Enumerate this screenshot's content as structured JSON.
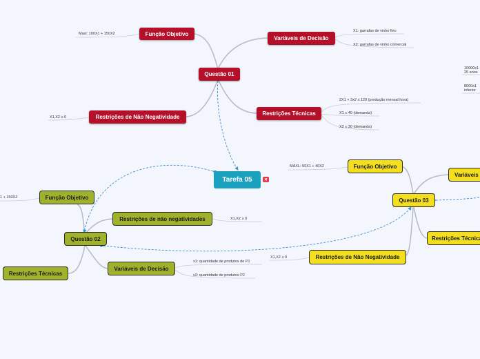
{
  "central": {
    "label": "Tarefa 05"
  },
  "q1": {
    "label": "Questão 01",
    "objective": {
      "label": "Função Objetivo",
      "leaf": "Maxi: 100X1 + 150X2"
    },
    "decision": {
      "label": "Variáveis de Decisão",
      "leaves": [
        "X1: garrafas de vinho fino",
        "X2: garrafas de vinho comercial"
      ]
    },
    "technical": {
      "label": "Restrições Técnicas",
      "leaves": [
        "2X1 + 3x2 ≤ 120 (produção mensal hora)",
        "X1 ≤ 40 (demanda)",
        "X2 ≤ 30 (demanda)"
      ]
    },
    "nonneg": {
      "label": "Restrições de Não Negatividade",
      "leaf": "X1,X2 ≥ 0"
    }
  },
  "q2": {
    "label": "Questão 02",
    "objective": {
      "label": "Função Objetivo",
      "leaf": "1 + 150X2"
    },
    "nonneg": {
      "label": "Restrições de não negatividades",
      "leaf": "X1,X2 ≥ 0"
    },
    "decision": {
      "label": "Variáveis de Decisão",
      "leaves": [
        "x1: quantidade de produtos de P1",
        "x2: quantidade de produtos P2"
      ]
    },
    "technical": {
      "label": "Restrições Técnicas"
    }
  },
  "q3": {
    "label": "Questão 03",
    "objective": {
      "label": "Função Objetivo",
      "leaf": "MAXL: 50X1 + 40X2"
    },
    "decision": {
      "label": "Variáveis"
    },
    "technical": {
      "label": "Restrições Técnica"
    },
    "nonneg": {
      "label": "Restrições de Não Negatividade",
      "leaf": "X1,X2 ≥ 0"
    }
  },
  "offscreen_leaves": [
    "10000x1",
    "25 anos",
    "8000x1",
    "inferior"
  ],
  "colors": {
    "red": "#b5102a",
    "olive": "#a0b22c",
    "yellow": "#f3df1f",
    "central": "#1aa1c0",
    "link": "#b8bcc8",
    "relation": "#3a8fd0"
  },
  "icons": {
    "flag": "flag-icon"
  }
}
